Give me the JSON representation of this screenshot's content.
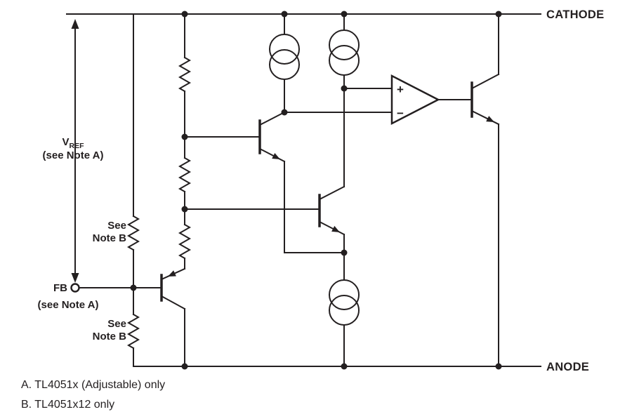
{
  "colors": {
    "ink": "#231f20",
    "background": "#ffffff"
  },
  "rails": {
    "cathode": "CATHODE",
    "anode": "ANODE"
  },
  "left": {
    "vref_main": "V",
    "vref_sub": "REF",
    "vref_note": "(see Note A)",
    "fb": "FB",
    "fb_note": "(see Note A)",
    "note_b_line1": "See",
    "note_b_line2": "Note B"
  },
  "opamp": {
    "plus": "+",
    "minus": "−"
  },
  "notes": {
    "a": "A. TL4051x (Adjustable) only",
    "b": "B. TL4051x12 only"
  }
}
